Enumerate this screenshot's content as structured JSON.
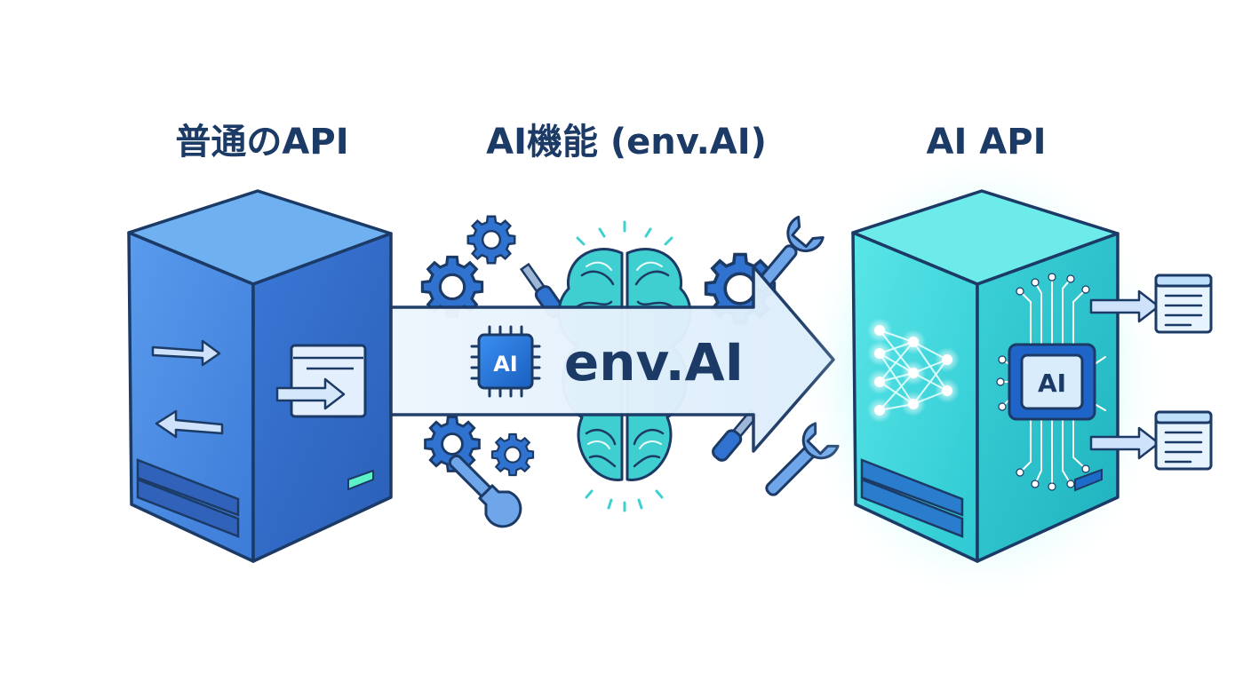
{
  "titles": {
    "regular_api": "普通のAPI",
    "ai_feature": "AI機能 (env.AI)",
    "ai_api": "AI API"
  },
  "arrow_banner": {
    "label": "env.AI",
    "chip_label": "AI"
  },
  "ai_server": {
    "chip_label": "AI"
  },
  "icons": [
    "arrow-right-icon",
    "arrow-left-icon",
    "document-arrow-icon",
    "gear-icon",
    "wrench-icon",
    "screwdriver-icon",
    "brain-icon",
    "ai-chip-icon",
    "neural-network-icon",
    "circuit-icon",
    "document-list-icon"
  ],
  "colors": {
    "navy": "#1c3a66",
    "blue_server_front": "#4d8fe3",
    "blue_server_side": "#2f6ac7",
    "teal_server_front": "#3fd6dc",
    "teal_server_side": "#22bcc6",
    "brain": "#3fcfd0",
    "gear": "#2f72cf",
    "glow": "#5ff0f0"
  }
}
